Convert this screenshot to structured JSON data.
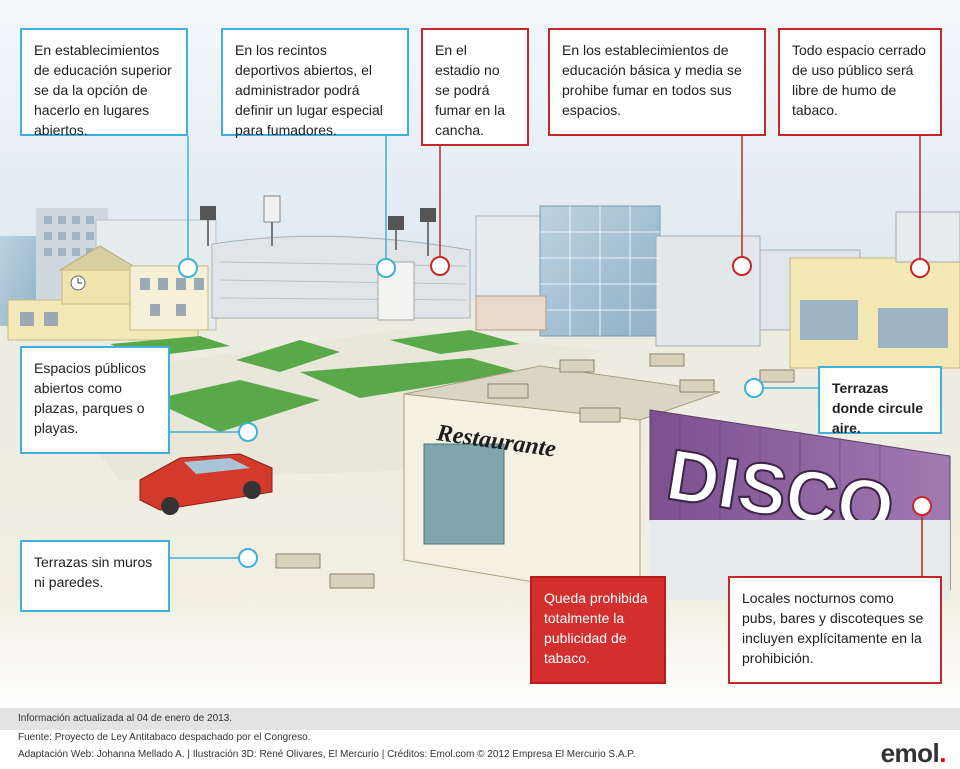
{
  "callouts": {
    "higher_ed": "En establecimientos de educación superior se da la opción de hacerlo en lugares abiertos.",
    "sports_open": "En los recintos deportivos abiertos, el administrador podrá definir un lugar especial para fumadores.",
    "stadium": "En el estadio no se podrá fumar en la cancha.",
    "schools": "En los establecimientos de educación básica y media se prohibe fumar en todos sus espacios.",
    "closed_public": "Todo espacio cerrado de uso público será libre de humo de tabaco.",
    "public_open": "Espacios públicos abiertos como plazas, parques o playas.",
    "terraces_air": "Terrazas donde circule aire.",
    "terraces_no_walls": "Terrazas sin muros ni paredes.",
    "advertising": "Queda prohibida totalmente la publicidad de tabaco.",
    "nightlife": "Locales nocturnos como pubs, bares y discoteques se incluyen explícitamente en la prohibición."
  },
  "signs": {
    "restaurant": "Restaurante",
    "disco": "DISCO"
  },
  "footer": {
    "updated": "Información actualizada al 04 de enero de 2013.",
    "source": "Fuente: Proyecto de Ley Antitabaco despachado por el Congreso.",
    "credits": "Adaptación Web: Johanna Mellado A.  | Ilustración 3D: René Olivares, El Mercurio | Créditos: Emol.com  ©  2012 Empresa El Mercurio S.A.P.",
    "logo": "emol",
    "logo_dot": "."
  },
  "colors": {
    "blue": "#3fb0d9",
    "red": "#c62828",
    "fill_red": "#d32f2f",
    "disco_purple": "#8e5ea0",
    "grass": "#59a84a"
  }
}
